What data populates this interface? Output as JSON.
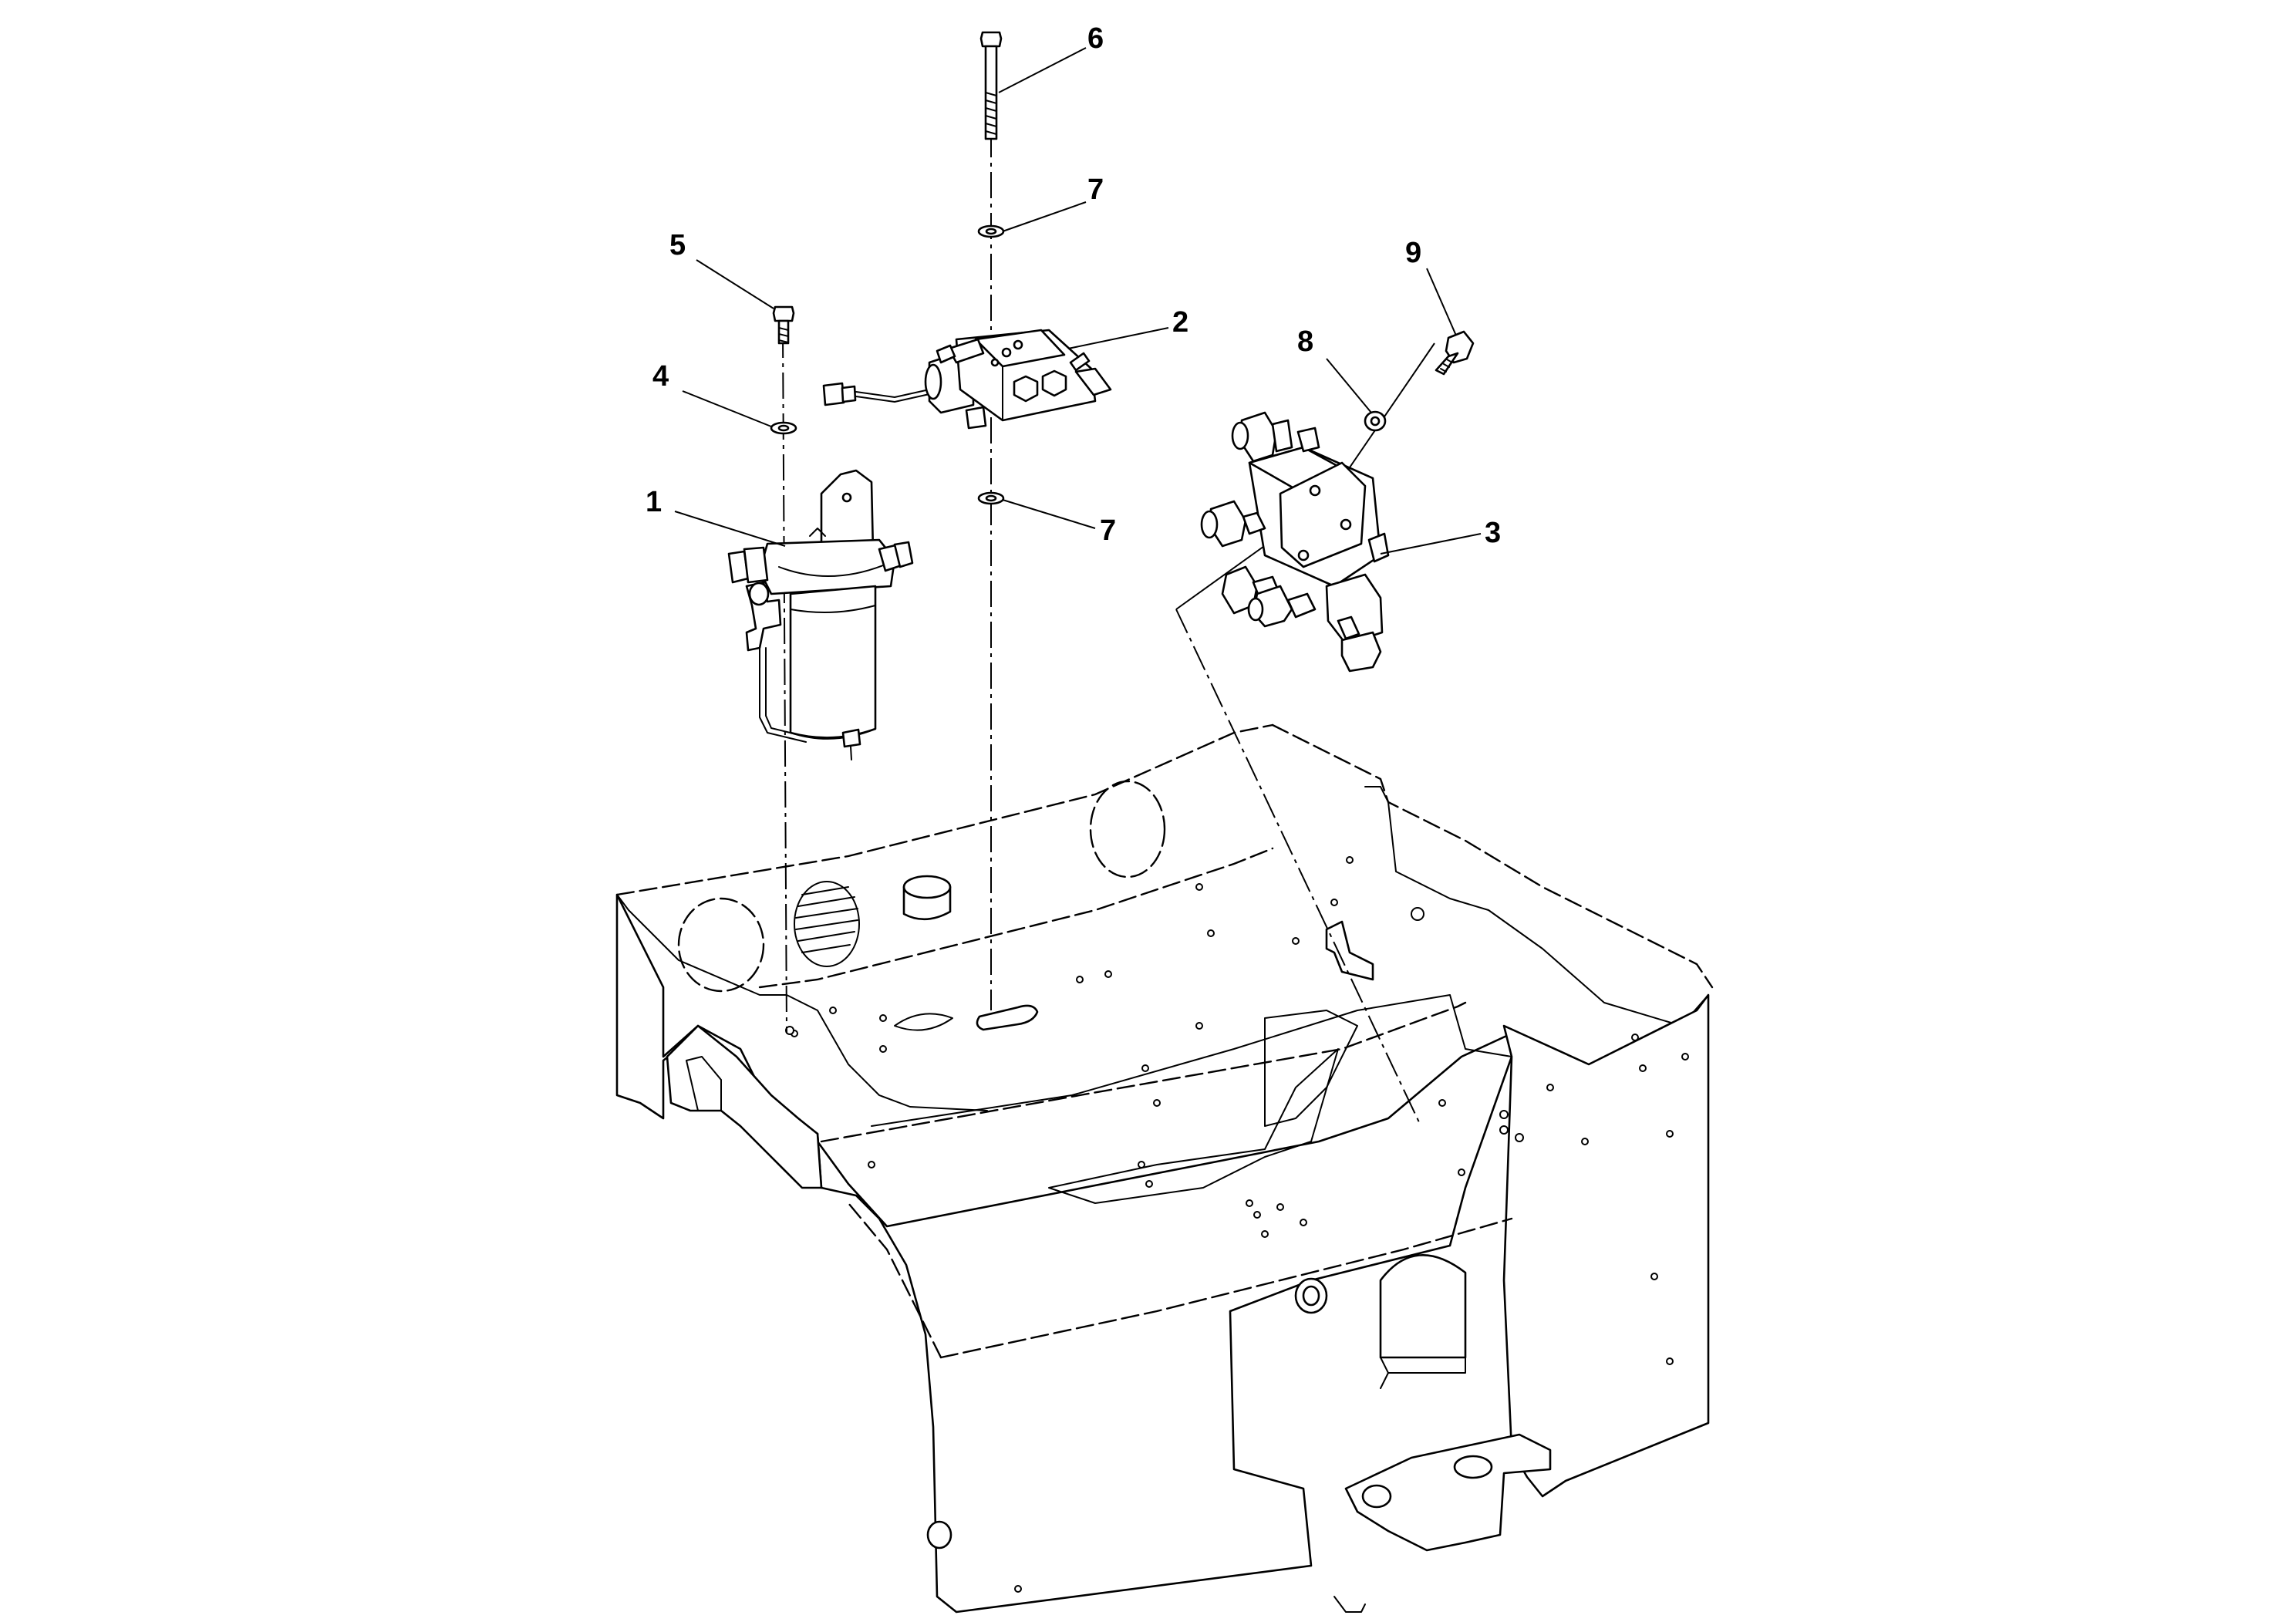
{
  "callouts": [
    {
      "id": "callout-6",
      "label": "6"
    },
    {
      "id": "callout-7a",
      "label": "7"
    },
    {
      "id": "callout-5",
      "label": "5"
    },
    {
      "id": "callout-9",
      "label": "9"
    },
    {
      "id": "callout-2",
      "label": "2"
    },
    {
      "id": "callout-8",
      "label": "8"
    },
    {
      "id": "callout-4",
      "label": "4"
    },
    {
      "id": "callout-1",
      "label": "1"
    },
    {
      "id": "callout-3",
      "label": "3"
    },
    {
      "id": "callout-7b",
      "label": "7"
    }
  ]
}
